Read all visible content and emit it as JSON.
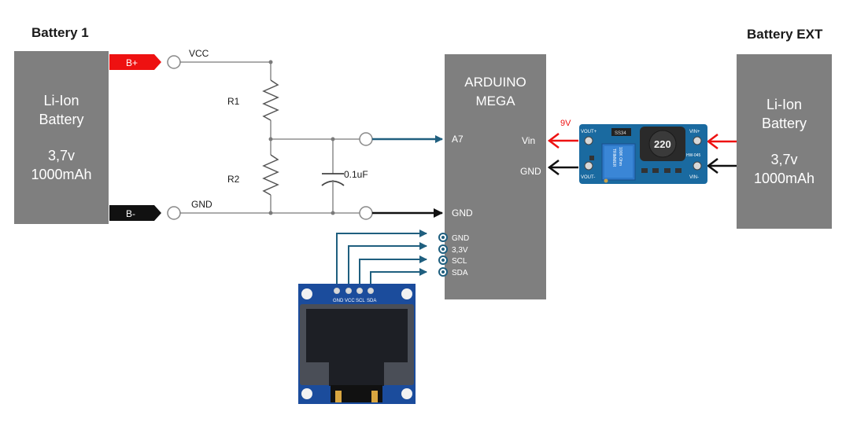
{
  "battery1": {
    "title": "Battery 1",
    "line1": "Li-Ion",
    "line2": "Battery",
    "line3": "3,7v",
    "line4": "1000mAh",
    "pos_tag": "B+",
    "neg_tag": "B-"
  },
  "battery_ext": {
    "title": "Battery EXT",
    "line1": "Li-Ion",
    "line2": "Battery",
    "line3": "3,7v",
    "line4": "1000mAh"
  },
  "net_labels": {
    "vcc": "VCC",
    "gnd": "GND"
  },
  "components": {
    "r1": "R1",
    "r2": "R2",
    "cap": "0.1uF"
  },
  "arduino": {
    "line1": "ARDUINO",
    "line2": "MEGA",
    "pins": {
      "a7": "A7",
      "gnd": "GND",
      "vin": "Vin",
      "gnd_right": "GND"
    },
    "i2c_pins": [
      "GND",
      "3,3V",
      "SCL",
      "SDA"
    ]
  },
  "boost": {
    "voltage_label": "9V",
    "inductor": "220",
    "vout_plus": "VOUT+",
    "vout_minus": "VOUT-",
    "vin_plus": "VIN+",
    "vin_minus": "VIN-",
    "chip": "SS34",
    "model": "HW-045",
    "trimmer_line1": "100K Ohm",
    "trimmer_line2": "TRIMMER"
  },
  "oled": {
    "pins": [
      "GND",
      "VCC",
      "SCL",
      "SDA"
    ]
  },
  "colors": {
    "wire": "#7a7a7a",
    "signal_arrow": "#1f5f7f",
    "red_tag": "#ee1111",
    "black_tag": "#111111",
    "gray_block": "#7f7f7f",
    "oled_blue": "#1b4c9c"
  }
}
